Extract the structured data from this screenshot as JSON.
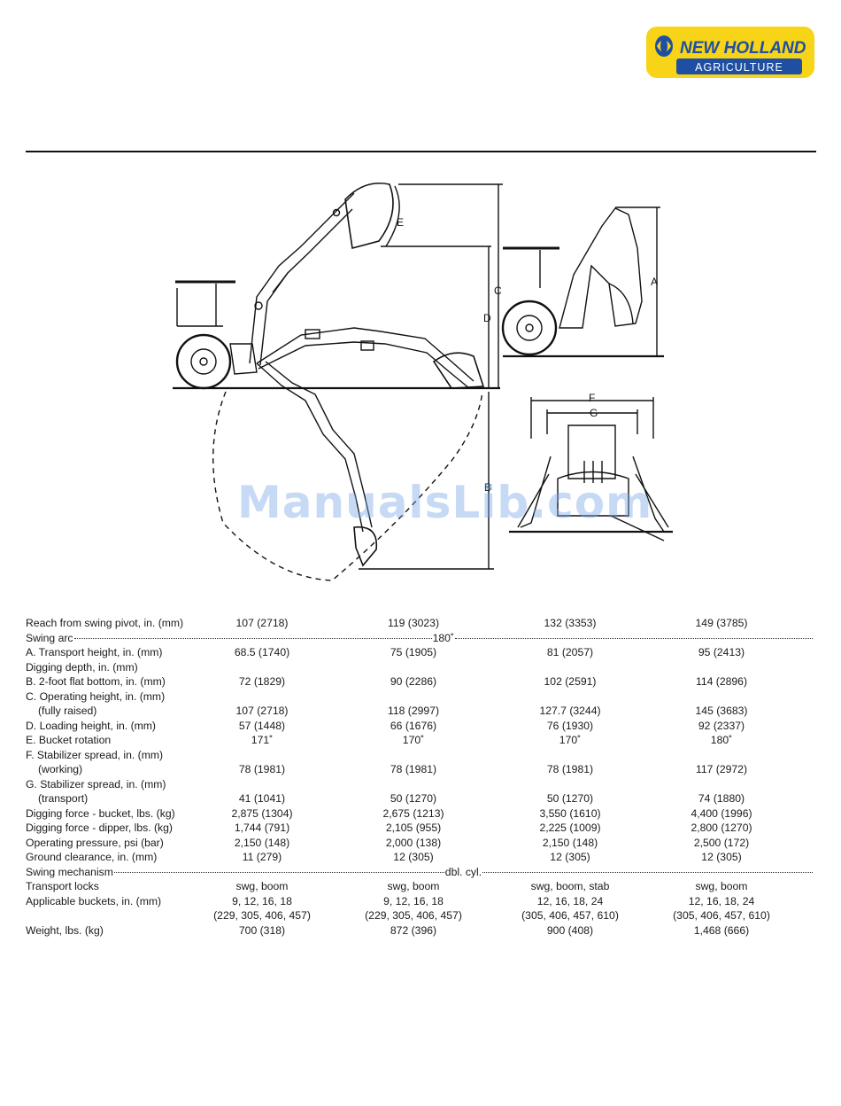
{
  "brand": {
    "name": "NEW HOLLAND",
    "division": "AGRICULTURE",
    "colors": {
      "yellow": "#f7d417",
      "blue": "#1f4fa3"
    }
  },
  "diagram_labels": {
    "a": "A",
    "b": "B",
    "c": "C",
    "d": "D",
    "e": "E",
    "f": "F",
    "g": "G"
  },
  "watermark": "ManualsLib.com",
  "specs": {
    "rows": [
      {
        "label": "Reach from swing pivot, in. (mm)",
        "values": [
          "107 (2718)",
          "119 (3023)",
          "132 (3353)",
          "149 (3785)"
        ]
      },
      {
        "label": "Swing arc",
        "common": "180˚"
      },
      {
        "label": "A. Transport height, in. (mm)",
        "values": [
          "68.5 (1740)",
          "75 (1905)",
          "81 (2057)",
          "95 (2413)"
        ]
      },
      {
        "label": "Digging depth, in. (mm)",
        "values": [
          "",
          "",
          "",
          ""
        ]
      },
      {
        "label": "B. 2-foot flat bottom, in. (mm)",
        "values": [
          "72 (1829)",
          "90 (2286)",
          "102 (2591)",
          "114 (2896)"
        ]
      },
      {
        "label": "C. Operating height, in. (mm)",
        "values": [
          "",
          "",
          "",
          ""
        ]
      },
      {
        "label": "(fully raised)",
        "indent": true,
        "values": [
          "107 (2718)",
          "118 (2997)",
          "127.7 (3244)",
          "145 (3683)"
        ]
      },
      {
        "label": "D. Loading height, in. (mm)",
        "values": [
          "57 (1448)",
          "66 (1676)",
          "76 (1930)",
          "92 (2337)"
        ]
      },
      {
        "label": "E. Bucket rotation",
        "values": [
          "171˚",
          "170˚",
          "170˚",
          "180˚"
        ]
      },
      {
        "label": "F. Stabilizer spread, in. (mm)",
        "values": [
          "",
          "",
          "",
          ""
        ]
      },
      {
        "label": "(working)",
        "indent": true,
        "values": [
          "78 (1981)",
          "78 (1981)",
          "78 (1981)",
          "117 (2972)"
        ]
      },
      {
        "label": "G. Stabilizer spread, in. (mm)",
        "values": [
          "",
          "",
          "",
          ""
        ]
      },
      {
        "label": "(transport)",
        "indent": true,
        "values": [
          "41 (1041)",
          "50 (1270)",
          "50 (1270)",
          "74 (1880)"
        ]
      },
      {
        "label": "Digging force - bucket, lbs. (kg)",
        "values": [
          "2,875 (1304)",
          "2,675 (1213)",
          "3,550 (1610)",
          "4,400 (1996)"
        ]
      },
      {
        "label": "Digging force - dipper, lbs. (kg)",
        "values": [
          "1,744 (791)",
          "2,105 (955)",
          "2,225 (1009)",
          "2,800 (1270)"
        ]
      },
      {
        "label": "Operating pressure, psi (bar)",
        "values": [
          "2,150 (148)",
          "2,000 (138)",
          "2,150 (148)",
          "2,500 (172)"
        ]
      },
      {
        "label": "Ground clearance, in. (mm)",
        "values": [
          "11 (279)",
          "12 (305)",
          "12 (305)",
          "12 (305)"
        ]
      },
      {
        "label": "Swing mechanism",
        "common": "dbl. cyl."
      },
      {
        "label": "Transport locks",
        "values": [
          "swg, boom",
          "swg, boom",
          "swg, boom, stab",
          "swg, boom"
        ]
      },
      {
        "label": "Applicable buckets, in. (mm)",
        "values": [
          "9, 12, 16, 18",
          "9, 12, 16, 18",
          "12, 16, 18, 24",
          "12, 16, 18, 24"
        ]
      },
      {
        "label": "",
        "values": [
          "(229, 305, 406, 457)",
          "(229, 305, 406, 457)",
          "(305, 406, 457, 610)",
          "(305, 406, 457, 610)"
        ]
      },
      {
        "label": "Weight, lbs. (kg)",
        "values": [
          "700 (318)",
          "872 (396)",
          "900 (408)",
          "1,468 (666)"
        ]
      }
    ]
  }
}
